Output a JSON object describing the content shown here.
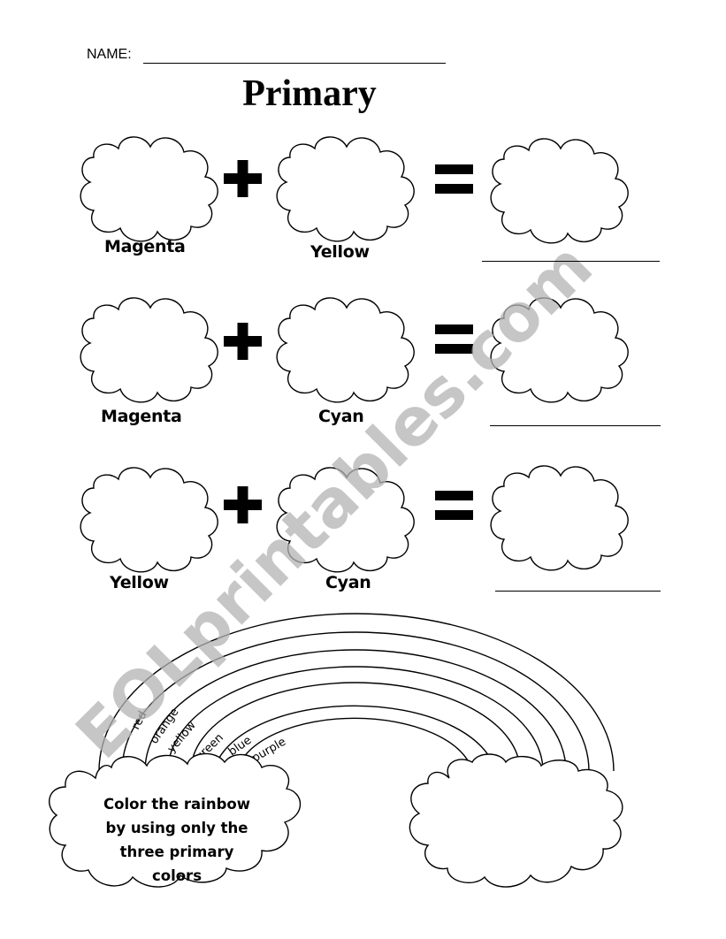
{
  "header": {
    "name_label": "NAME:",
    "title": "Primary"
  },
  "equations": [
    {
      "first": "Magenta",
      "second": "Yellow"
    },
    {
      "first": "Magenta",
      "second": "Cyan"
    },
    {
      "first": "Yellow",
      "second": "Cyan"
    }
  ],
  "symbols": {
    "plus": "+",
    "equals": "="
  },
  "rainbow": {
    "bands": [
      "red",
      "orange",
      "yellow",
      "green",
      "blue",
      "purple"
    ],
    "instruction_lines": [
      "Color the rainbow",
      "by using only the",
      "three primary",
      "colors"
    ]
  },
  "watermark": "EOLprintables.com",
  "colors": {
    "ink": "#000000",
    "watermark": "#b3b3b3"
  }
}
